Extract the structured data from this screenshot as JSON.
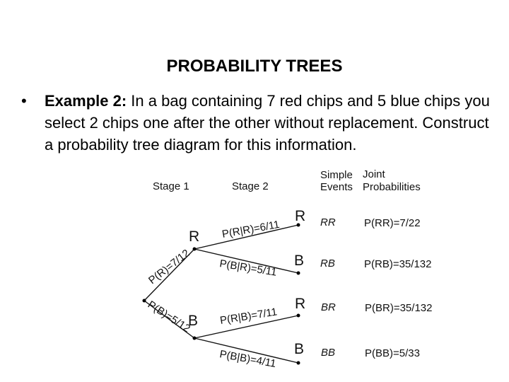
{
  "title": "PROBABILITY TREES",
  "bullet": {
    "marker": "•",
    "lead": "Example 2:",
    "text": "In a bag containing 7 red chips and 5 blue chips you select 2 chips one after the other without replacement. Construct a probability tree diagram for this information."
  },
  "tree": {
    "headers": {
      "stage1": "Stage 1",
      "stage2": "Stage 2",
      "simple1": "Simple",
      "simple2": "Events",
      "joint1": "Joint",
      "joint2": "Probabilities"
    },
    "stage1_nodes": {
      "r": "R",
      "b": "B"
    },
    "stage1_edges": {
      "r": "P(R)=7/12",
      "b": "P(B)=5/12"
    },
    "leaves": [
      {
        "node": "R",
        "edge": "P(R|R)=6/11",
        "event": "RR",
        "joint": "P(RR)=7/22"
      },
      {
        "node": "B",
        "edge": "P(B|R)=5/11",
        "event": "RB",
        "joint": "P(RB)=35/132"
      },
      {
        "node": "R",
        "edge": "P(R|B)=7/11",
        "event": "BR",
        "joint": "P(BR)=35/132"
      },
      {
        "node": "B",
        "edge": "P(B|B)=4/11",
        "event": "BB",
        "joint": "P(BB)=5/33"
      }
    ]
  }
}
